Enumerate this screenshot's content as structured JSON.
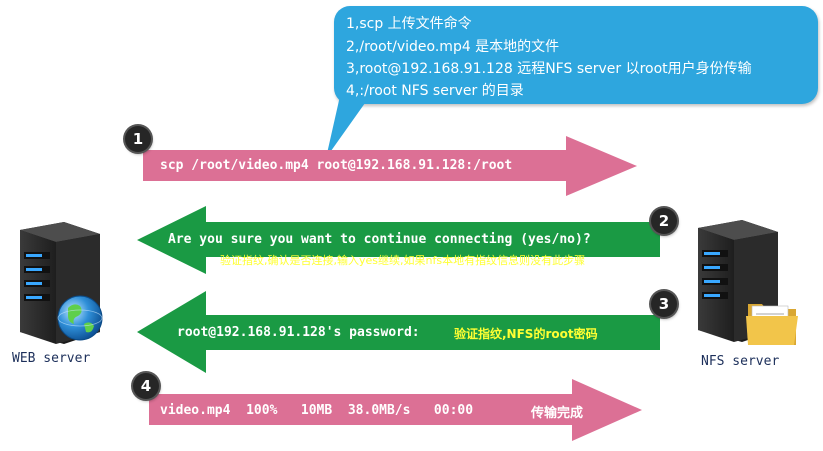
{
  "callout": {
    "lines": [
      "1,scp 上传文件命令",
      "2,/root/video.mp4 是本地的文件",
      "3,root@192.168.91.128 远程NFS server 以root用户身份传输",
      "4,:/root NFS server 的目录"
    ]
  },
  "steps": [
    {
      "number": "1",
      "command": "scp /root/video.mp4 root@192.168.91.128:/root",
      "note": "",
      "color": "#dc7095",
      "direction": "right"
    },
    {
      "number": "2",
      "command": "Are you sure you want to continue connecting (yes/no)?",
      "note": "验证指纹,确认是否连接,输入yes继续,如果nfs本地有指纹信息则没有此步骤",
      "color": "#1a9a44",
      "direction": "left"
    },
    {
      "number": "3",
      "command": "root@192.168.91.128's password:",
      "note": "验证指纹,NFS的root密码",
      "color": "#1a9a44",
      "direction": "left"
    },
    {
      "number": "4",
      "command": "video.mp4  100%   10MB  38.0MB/s   00:00",
      "note": "传输完成",
      "color": "#dc7095",
      "direction": "right"
    }
  ],
  "servers": {
    "left": {
      "label": "WEB server",
      "icon": "server-globe-icon"
    },
    "right": {
      "label": "NFS server",
      "icon": "server-folder-icon"
    }
  },
  "colors": {
    "callout": "#2ea6de",
    "green": "#1a9a44",
    "pink": "#dc7095",
    "note": "#ffff33"
  }
}
